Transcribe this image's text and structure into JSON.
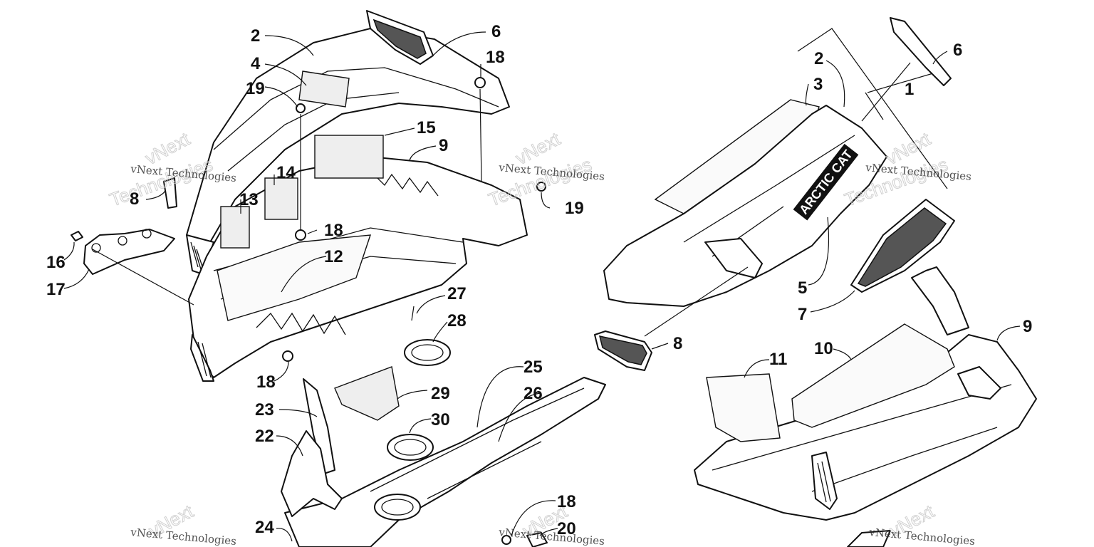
{
  "watermark": {
    "line1": "vNext Technologies",
    "big_top": "vNext",
    "big_bottom": "Technologies"
  },
  "brand_decal": "ARCTIC CAT",
  "callouts": {
    "c1": "1",
    "c2a": "2",
    "c2b": "2",
    "c3": "3",
    "c4": "4",
    "c5": "5",
    "c6a": "6",
    "c6b": "6",
    "c7": "7",
    "c8a": "8",
    "c8b": "8",
    "c9a": "9",
    "c9b": "9",
    "c10": "10",
    "c11": "11",
    "c12": "12",
    "c13": "13",
    "c14": "14",
    "c15": "15",
    "c16": "16",
    "c17": "17",
    "c18a": "18",
    "c18b": "18",
    "c18c": "18",
    "c18d": "18",
    "c19a": "19",
    "c19b": "19",
    "c20": "20",
    "c22": "22",
    "c23": "23",
    "c24": "24",
    "c25": "25",
    "c26": "26",
    "c27": "27",
    "c28": "28",
    "c29": "29",
    "c30": "30"
  },
  "colors": {
    "line": "#111111",
    "background": "#ffffff",
    "mesh": "#555555"
  }
}
